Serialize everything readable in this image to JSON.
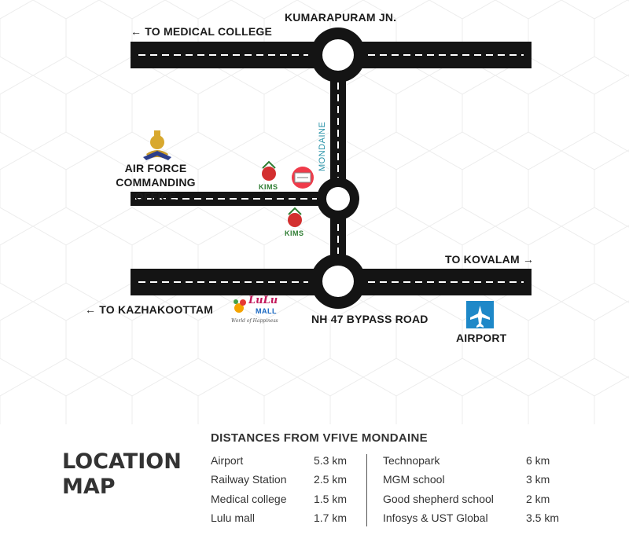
{
  "map": {
    "labels": {
      "kumarapuram": "KUMARAPURAM JN.",
      "medical_college": "TO MEDICAL COLLEGE",
      "air_force": "AIR FORCE\nCOMMANDING OFFICE",
      "kovalam": "TO KOVALAM",
      "kazhakoottam": "TO KAZHAKOOTTAM",
      "nh47": "NH 47 BYPASS ROAD",
      "airport": "AIRPORT",
      "mondaine": "MONDAINE"
    },
    "logos": {
      "kims": "KIMS",
      "lulu": "LuLu",
      "lulu_mall": "MALL",
      "lulu_tagline": "World of Happiness"
    },
    "arrow_left": "←",
    "arrow_right": "→",
    "colors": {
      "road": "#141414",
      "center_line": "#ffffff",
      "pattern": "#ececec",
      "airport_tile": "#1e88c8"
    }
  },
  "legend": {
    "title": "LOCATION\nMAP",
    "heading": "DISTANCES FROM VFIVE MONDAINE",
    "left": [
      {
        "name": "Airport",
        "distance": "5.3 km"
      },
      {
        "name": "Railway Station",
        "distance": "2.5 km"
      },
      {
        "name": "Medical college",
        "distance": "1.5 km"
      },
      {
        "name": "Lulu mall",
        "distance": "1.7 km"
      }
    ],
    "right": [
      {
        "name": "Technopark",
        "distance": "6 km"
      },
      {
        "name": "MGM school",
        "distance": "3 km"
      },
      {
        "name": "Good shepherd school",
        "distance": "2 km"
      },
      {
        "name": "Infosys & UST Global",
        "distance": "3.5 km"
      }
    ]
  }
}
